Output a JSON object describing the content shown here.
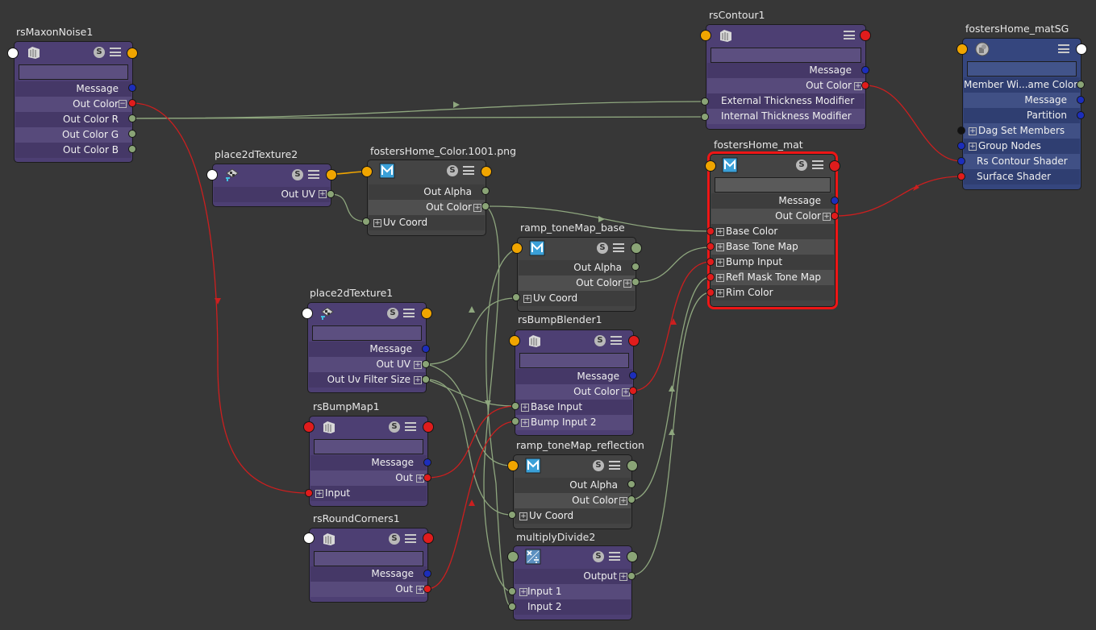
{
  "colors": {
    "background": "#373737",
    "node_purple": "#4d3f73",
    "node_blue": "#35467e",
    "node_gray": "#444444",
    "selection": "#ee1616",
    "port_color": "#e01c1c",
    "port_float": "#8aa476",
    "port_message": "#1c2ebb",
    "port_uv": "#f0a500",
    "port_white": "#ffffff",
    "wire_green": "#8ea67e",
    "wire_red": "#cc1f1f",
    "wire_orange": "#f0a500"
  },
  "nodes": {
    "rsMaxonNoise1": {
      "title": "rsMaxonNoise1",
      "icon": "layered-texture-icon",
      "rows": [
        "Message",
        "Out Color",
        "Out Color R",
        "Out Color G",
        "Out Color B"
      ]
    },
    "rsContour1": {
      "title": "rsContour1",
      "icon": "layered-texture-icon",
      "rows": [
        "Message",
        "Out Color",
        "External Thickness Modifier",
        "Internal Thickness Modifier"
      ]
    },
    "fostersHome_matSG": {
      "title": "fostersHome_matSG",
      "icon": "shading-group-icon",
      "rows": [
        "Member Wi...ame Color",
        "Message",
        "Partition",
        "Dag Set Members",
        "Group Nodes",
        "Rs Contour Shader",
        "Surface Shader"
      ]
    },
    "place2dTexture2": {
      "title": "place2dTexture2",
      "icon": "place2d-icon",
      "rows": [
        "Out UV"
      ]
    },
    "fostersHome_Color": {
      "title": "fostersHome_Color.1001.png",
      "icon": "maya-texture-icon",
      "rows": [
        "Out Alpha",
        "Out Color",
        "Uv Coord"
      ]
    },
    "fostersHome_mat": {
      "title": "fostersHome_mat",
      "icon": "maya-material-icon",
      "rows": [
        "Message",
        "Out Color",
        "Base Color",
        "Base Tone Map",
        "Bump Input",
        "Refl Mask Tone Map",
        "Rim Color"
      ]
    },
    "ramp_toneMap_base": {
      "title": "ramp_toneMap_base",
      "icon": "maya-texture-icon",
      "rows": [
        "Out Alpha",
        "Out Color",
        "Uv Coord"
      ]
    },
    "place2dTexture1": {
      "title": "place2dTexture1",
      "icon": "place2d-icon",
      "rows": [
        "Message",
        "Out UV",
        "Out Uv Filter Size"
      ]
    },
    "rsBumpBlender1": {
      "title": "rsBumpBlender1",
      "icon": "layered-texture-icon",
      "rows": [
        "Message",
        "Out Color",
        "Base Input",
        "Bump Input 2"
      ]
    },
    "rsBumpMap1": {
      "title": "rsBumpMap1",
      "icon": "layered-texture-icon",
      "rows": [
        "Message",
        "Out",
        "Input"
      ]
    },
    "ramp_toneMap_reflection": {
      "title": "ramp_toneMap_reflection",
      "icon": "maya-texture-icon",
      "rows": [
        "Out Alpha",
        "Out Color",
        "Uv Coord"
      ]
    },
    "rsRoundCorners1": {
      "title": "rsRoundCorners1",
      "icon": "layered-texture-icon",
      "rows": [
        "Message",
        "Out"
      ]
    },
    "multiplyDivide2": {
      "title": "multiplyDivide2",
      "icon": "multiply-divide-icon",
      "rows": [
        "Output",
        "Input 1",
        "Input 2"
      ]
    }
  },
  "badges": {
    "swatch_label": "S"
  }
}
